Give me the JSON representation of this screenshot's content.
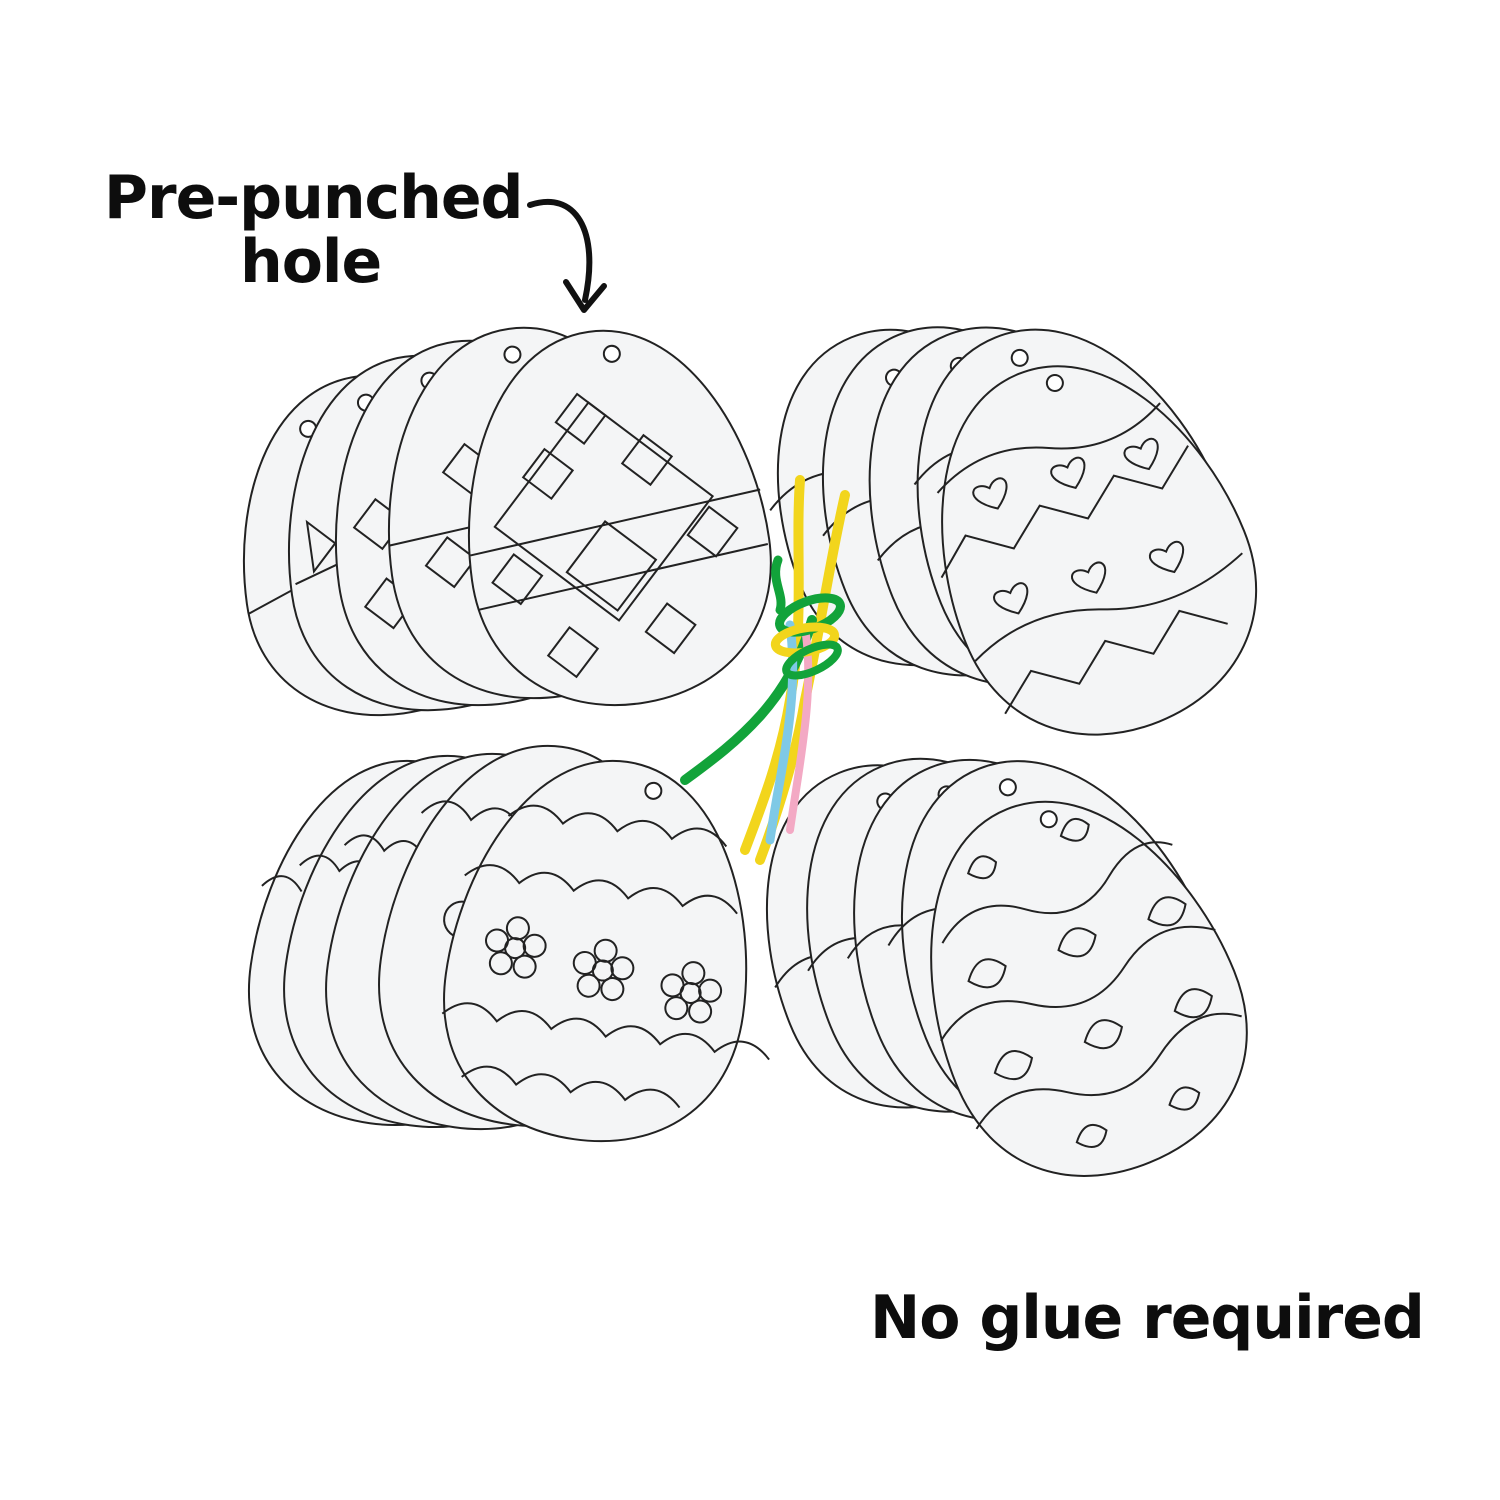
{
  "callout": {
    "line1": "Pre-punched",
    "line2": "hole"
  },
  "footer": {
    "text": "No glue required"
  },
  "groups": [
    {
      "name": "diamond-pattern-egg-stack",
      "pattern": "diamonds",
      "count": 5
    },
    {
      "name": "heart-pattern-egg-stack",
      "pattern": "hearts-and-waves",
      "count": 5
    },
    {
      "name": "flower-pattern-egg-stack",
      "pattern": "flowers-and-scallops",
      "count": 5
    },
    {
      "name": "wave-pattern-egg-stack",
      "pattern": "waves-and-rounded-diamonds",
      "count": 5
    }
  ],
  "ribbons": {
    "colors": [
      "#f2d51c",
      "#12a33a",
      "#7fc9e6",
      "#f3a9c4"
    ]
  },
  "colors": {
    "text": "#0d0d0d",
    "card": "#f4f5f6",
    "outline": "#222222"
  }
}
